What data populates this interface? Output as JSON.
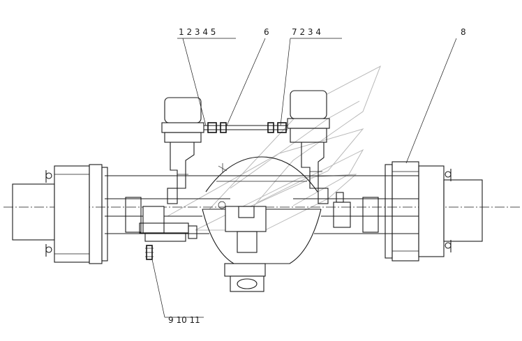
{
  "callouts": {
    "top_left": "1 2 3 4 5",
    "top_mid": "6",
    "top_right": "7 2 3 4",
    "right": "8",
    "bottom": "9 10 11"
  }
}
